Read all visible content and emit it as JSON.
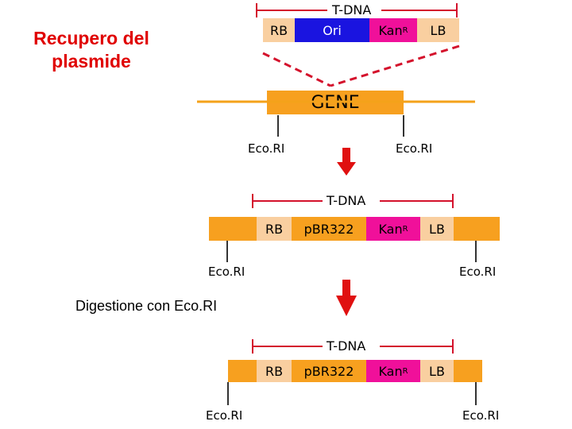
{
  "title": "Recupero del plasmide",
  "step_label": "Digestione con Eco.RI",
  "colors": {
    "orange": "#f7a01f",
    "peach": "#f9cfa0",
    "blue": "#1a14e0",
    "magenta": "#f0109a",
    "line": "#f4a21a",
    "red_title": "#e00000",
    "arrow_red": "#e01010",
    "dashed": "#d4122c"
  },
  "top_construct": {
    "tdna": "T-DNA",
    "rb": "RB",
    "ori": "Ori",
    "kan": "Kan",
    "kan_sup": "R",
    "lb": "LB"
  },
  "gene": {
    "label": "GENE",
    "site_left": "Eco.RI",
    "site_right": "Eco.RI"
  },
  "mid_construct": {
    "tdna": "T-DNA",
    "rb": "RB",
    "pbr": "pBR322",
    "kan": "Kan",
    "kan_sup": "R",
    "lb": "LB",
    "site_left": "Eco.RI",
    "site_right": "Eco.RI"
  },
  "bottom_construct": {
    "tdna": "T-DNA",
    "rb": "RB",
    "pbr": "pBR322",
    "kan": "Kan",
    "kan_sup": "R",
    "lb": "LB",
    "site_left": "Eco.RI",
    "site_right": "Eco.RI"
  }
}
